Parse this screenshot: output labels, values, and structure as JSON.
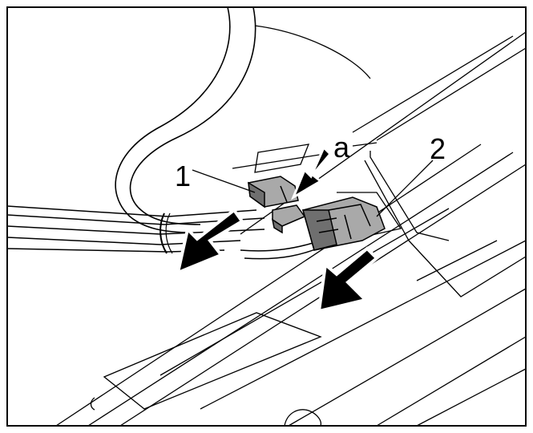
{
  "callouts": {
    "part_1": "1",
    "part_2": "2",
    "detail_a": "a"
  },
  "colors": {
    "line": "#000000",
    "paper": "#ffffff",
    "connector_fill": "#a9a9a9",
    "connector_dark": "#6f6f6f"
  }
}
